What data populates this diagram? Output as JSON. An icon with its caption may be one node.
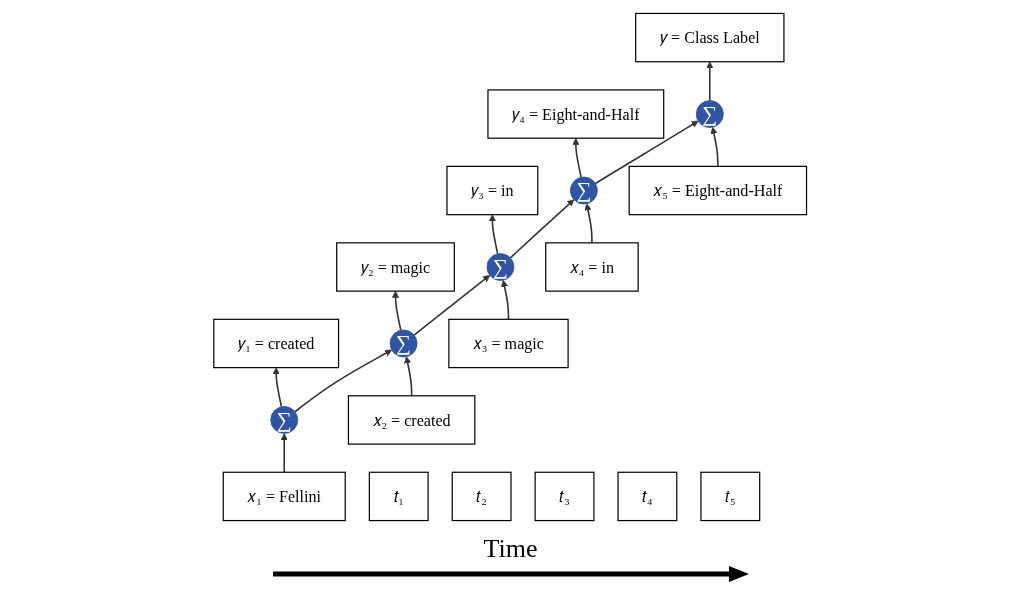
{
  "diagram": {
    "nodes": [
      {
        "text": [
          "𝑦₁ = created"
        ]
      },
      {
        "text": [
          "𝑦₂ = magic"
        ]
      },
      {
        "text": [
          "𝑦₃ = in"
        ]
      },
      {
        "text": [
          "𝑦₄ = Eight-and-Half"
        ]
      },
      {
        "text": [
          "𝑦 = Class Label"
        ]
      },
      {
        "text": [
          "∑"
        ]
      },
      {
        "text": [
          "∑"
        ]
      },
      {
        "text": [
          "∑"
        ]
      },
      {
        "text": [
          "∑"
        ]
      },
      {
        "text": [
          "∑"
        ]
      },
      {
        "text": [
          "𝑥₁ = Fellini"
        ]
      },
      {
        "text": [
          "𝑥₂ = created"
        ]
      },
      {
        "text": [
          "𝑥₃ = magic"
        ]
      },
      {
        "text": [
          "𝑥₄ = in"
        ]
      },
      {
        "text": [
          "𝑥₅ = Eight-and-Half"
        ]
      },
      {
        "text": [
          "𝑡₁"
        ]
      },
      {
        "text": [
          "𝑡₂"
        ]
      },
      {
        "text": [
          "𝑡₃"
        ]
      },
      {
        "text": [
          "𝑡₄"
        ]
      },
      {
        "text": [
          "𝑡₅"
        ]
      }
    ],
    "edges": [
      {
        "from": 5,
        "to": 0,
        "arrow": "to"
      },
      {
        "from": 6,
        "to": 1,
        "arrow": "to"
      },
      {
        "from": 7,
        "to": 2,
        "arrow": "to"
      },
      {
        "from": 8,
        "to": 3,
        "arrow": "to"
      },
      {
        "from": 9,
        "to": 4,
        "arrow": "to"
      },
      {
        "from": 5,
        "to": 6,
        "arrow": "to"
      },
      {
        "from": 6,
        "to": 7,
        "arrow": "to"
      },
      {
        "from": 7,
        "to": 8,
        "arrow": "to"
      },
      {
        "from": 8,
        "to": 9,
        "arrow": "to"
      },
      {
        "from": 10,
        "to": 5,
        "arrow": "to"
      },
      {
        "from": 11,
        "to": 6,
        "arrow": "to"
      },
      {
        "from": 12,
        "to": 7,
        "arrow": "to"
      },
      {
        "from": 13,
        "to": 8,
        "arrow": "to"
      },
      {
        "from": 14,
        "to": 9,
        "arrow": "to"
      }
    ],
    "labels": [
      "Time"
    ]
  }
}
